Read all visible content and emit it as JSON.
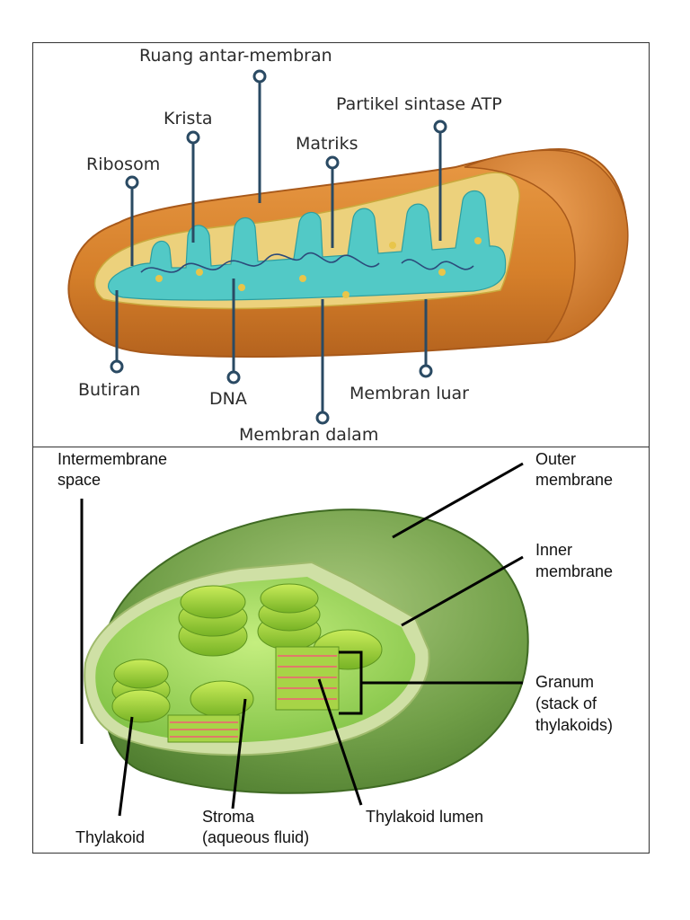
{
  "mitochondrion": {
    "labels": {
      "intermembrane": "Ruang antar-membran",
      "krista": "Krista",
      "atp_synthase": "Partikel sintase ATP",
      "matriks": "Matriks",
      "ribosom": "Ribosom",
      "butiran": "Butiran",
      "dna": "DNA",
      "outer": "Membran luar",
      "inner": "Membran dalam"
    },
    "colors": {
      "outer": "#d9822b",
      "outer_dark": "#b4611c",
      "inner": "#ead178",
      "matrix": "#4ec7c6",
      "pointer": "#2a4a63"
    }
  },
  "chloroplast": {
    "labels": {
      "intermembrane_1": "Intermembrane",
      "intermembrane_2": "space",
      "outer_1": "Outer",
      "outer_2": "membrane",
      "inner_1": "Inner",
      "inner_2": "membrane",
      "granum_1": "Granum",
      "granum_2": "(stack of",
      "granum_3": "thylakoids)",
      "lumen": "Thylakoid lumen",
      "stroma_1": "Stroma",
      "stroma_2": "(aqueous fluid)",
      "thylakoid": "Thylakoid"
    },
    "colors": {
      "outer": "#6f9e48",
      "outer_dark": "#4b7a2c",
      "inner": "#c9dca0",
      "stroma": "#9ad16a",
      "grana": "#8ccf2e",
      "lumen": "#e07a6a"
    }
  }
}
